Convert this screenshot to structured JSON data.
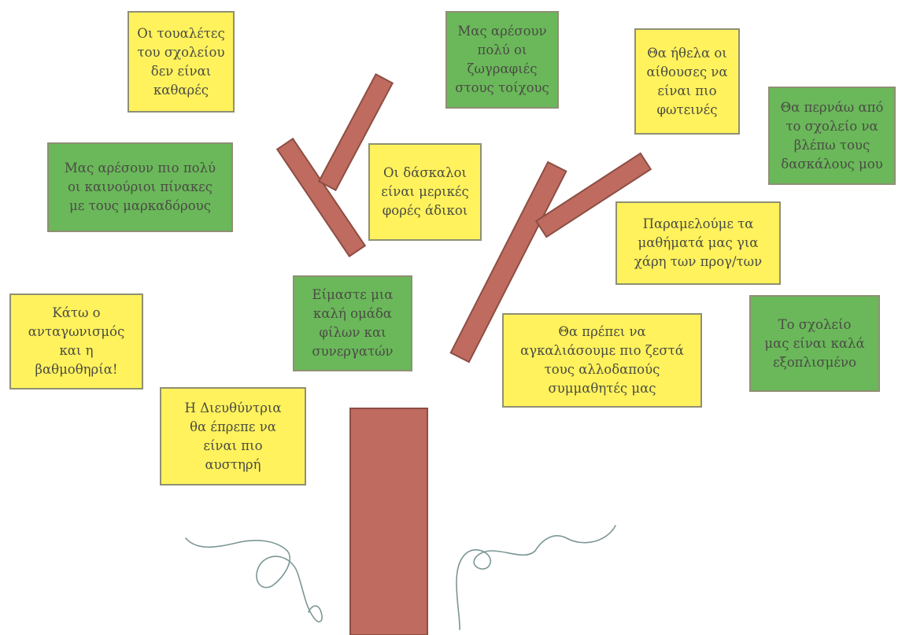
{
  "colors": {
    "sticky_yellow": "#fff25c",
    "sticky_green": "#6ab85a",
    "branch": "#c06b5f",
    "branch_border": "#8c4e44",
    "roots": "#7b9696"
  },
  "notes": {
    "toilets": {
      "text": "Οι τουαλέτες\nτου σχολείου\nδεν είναι\nκαθαρές",
      "color": "yellow"
    },
    "wall_art": {
      "text": "Μας αρέσουν\nπολύ οι\nζωγραφιές\nστους τοίχους",
      "color": "green"
    },
    "bright_rooms": {
      "text": "Θα ήθελα οι\nαίθουσες να\nείναι πιο\nφωτεινές",
      "color": "yellow"
    },
    "pass_by": {
      "text": "Θα περνάω από\nτο σχολείο να\nβλέπω τους\nδασκάλους μου",
      "color": "green"
    },
    "new_boards": {
      "text": "Μας αρέσουν πιο πολύ\nοι καινούριοι πίνακες\nμε τους μαρκαδόρους",
      "color": "green"
    },
    "teachers_unfair": {
      "text": "Οι δάσκαλοι\nείναι μερικές\nφορές άδικοι",
      "color": "yellow"
    },
    "neglect_lessons": {
      "text": "Παραμελούμε τα\nμαθήματά μας για\nχάρη των προγ/των",
      "color": "yellow"
    },
    "competition": {
      "text": "Κάτω ο\nανταγωνισμός\nκαι η\nβαθμοθηρία!",
      "color": "yellow"
    },
    "good_team": {
      "text": "Είμαστε μια\nκαλή ομάδα\nφίλων και\nσυνεργατών",
      "color": "green"
    },
    "embrace_foreign": {
      "text": "Θα πρέπει να\nαγκαλιάσουμε πιο ζεστά\nτους αλλοδαπούς\nσυμμαθητές μας",
      "color": "yellow"
    },
    "well_equipped": {
      "text": "Το σχολείο\nμας είναι καλά\nεξοπλισμένο",
      "color": "green"
    },
    "strict_principal": {
      "text": "Η Διευθύντρια\nθα έπρεπε να\nείναι πιο\nαυστηρή",
      "color": "yellow"
    }
  }
}
